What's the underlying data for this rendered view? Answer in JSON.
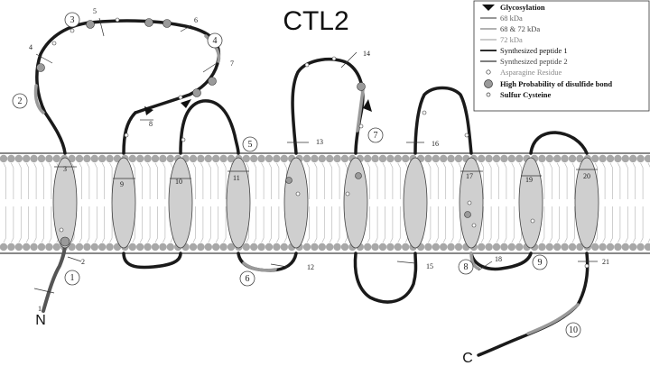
{
  "title": "CTL2",
  "n_terminus": "N",
  "c_terminus": "C",
  "helix_labels": [
    "3",
    "9",
    "10",
    "11",
    "13",
    "16",
    "17",
    "19",
    "20"
  ],
  "loop_labels": [
    "1",
    "2",
    "4",
    "5",
    "6",
    "7",
    "8",
    "12",
    "14",
    "15",
    "18",
    "21"
  ],
  "circled_labels": [
    "1",
    "2",
    "3",
    "4",
    "5",
    "6",
    "7",
    "8",
    "9",
    "10"
  ],
  "legend": {
    "glycosylation": "Glycosylation",
    "kda68": "68 kDa",
    "kda68_72": "68 & 72 kDa",
    "kda72": "72 kDa",
    "pep1": "Synthesized peptide 1",
    "pep2": "Synthesized peptide 2",
    "asparagine": "Asparagine Residue",
    "disulfide": "High Probability of disulfide bond",
    "sulfur": "Sulfur Cysteine"
  },
  "colors": {
    "strand": "#1a1a1a",
    "strand_68_72": "#9a9a9a",
    "helix_fill": "#cfcfcf",
    "lipid_head": "#a8a8a8"
  }
}
